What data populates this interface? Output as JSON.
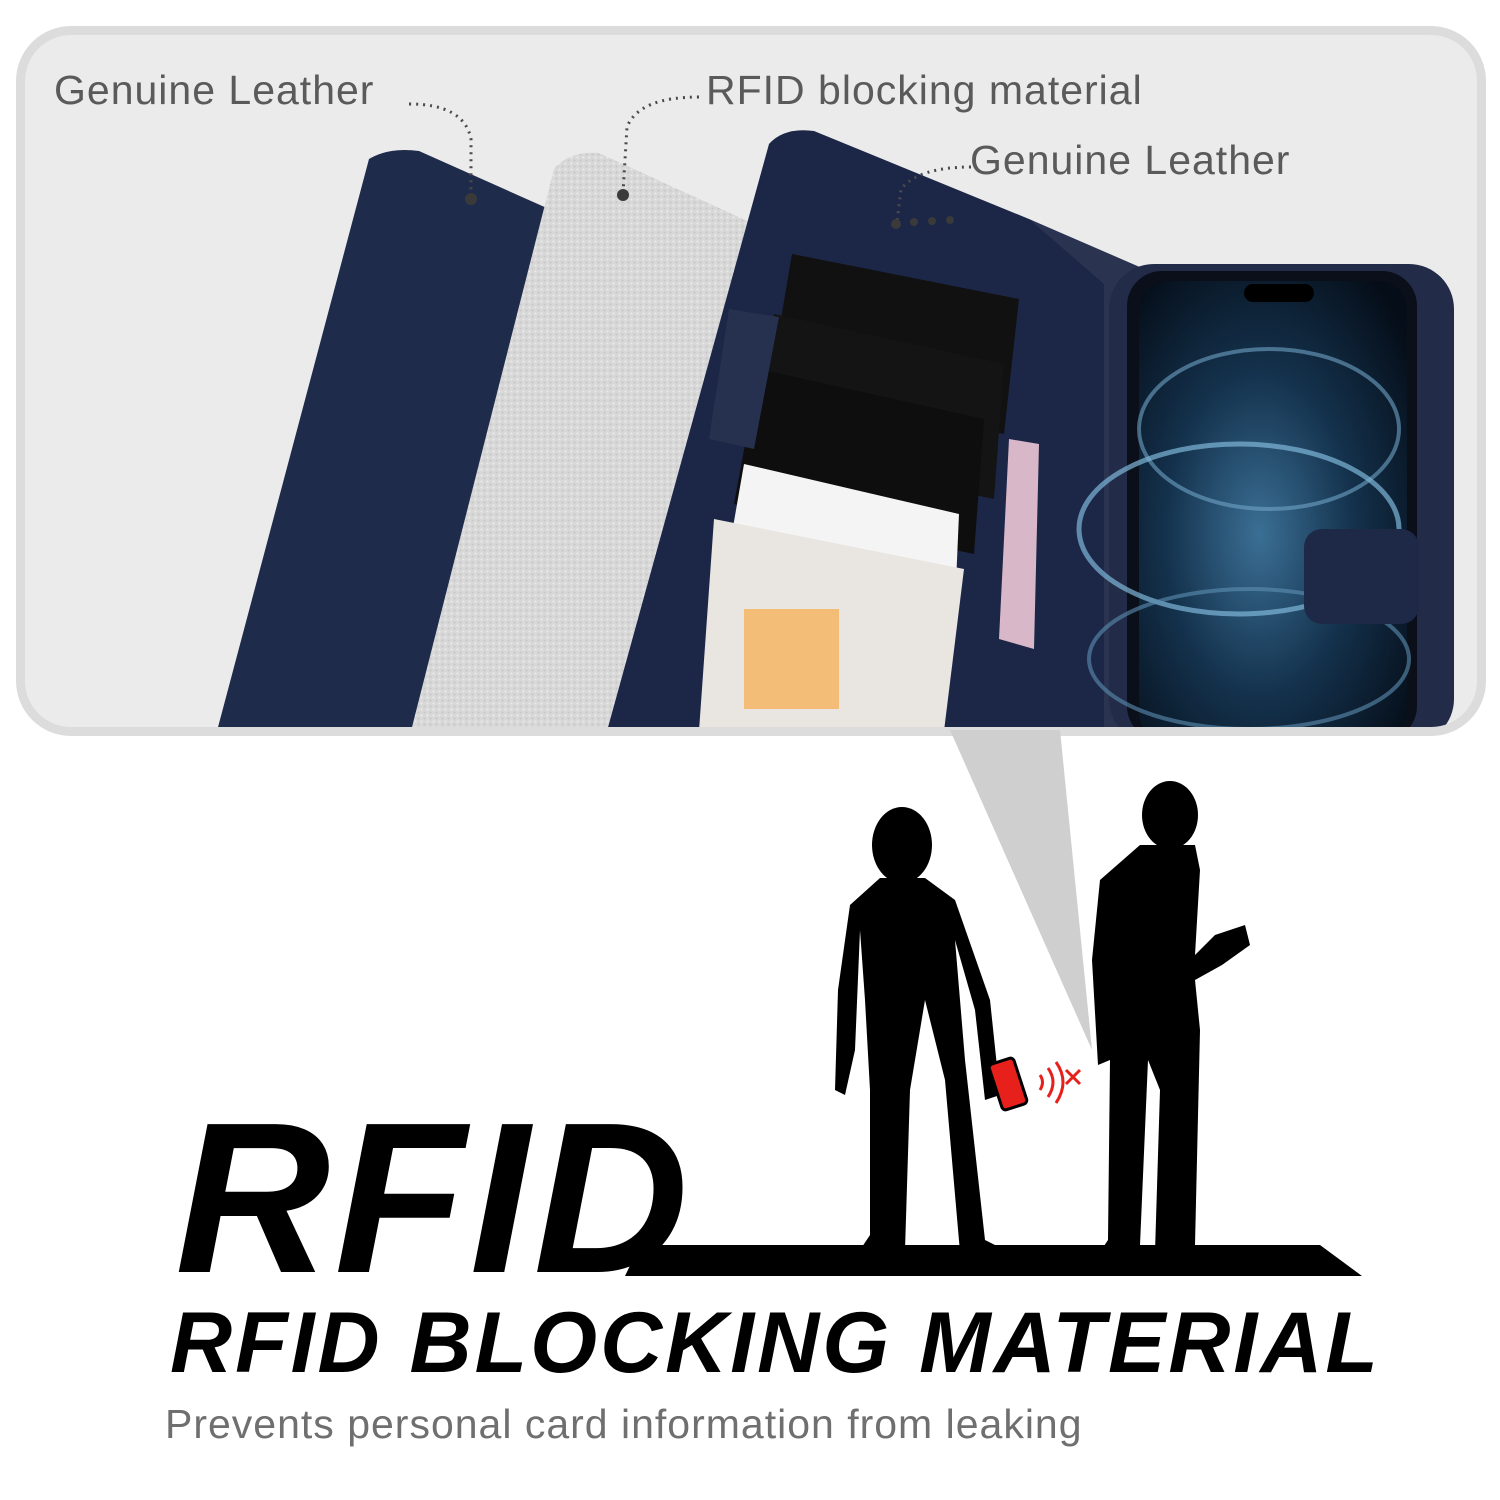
{
  "callouts": [
    {
      "label": "Genuine Leather"
    },
    {
      "label": "RFID blocking material"
    },
    {
      "label": "Genuine Leather"
    }
  ],
  "headline": "RFID",
  "subheadline": "RFID BLOCKING MATERIAL",
  "tagline": "Prevents personal card information from leaking",
  "colors": {
    "panel_background": "#ebebeb",
    "leather_navy": "#1e2a4a",
    "rfid_silver": "#d9d9d9",
    "silhouette": "#000000",
    "signal_red": "#e8201c",
    "callout_text": "#5a5a5a"
  },
  "icons": [
    "phone-icon",
    "blocked-signal-icon"
  ]
}
